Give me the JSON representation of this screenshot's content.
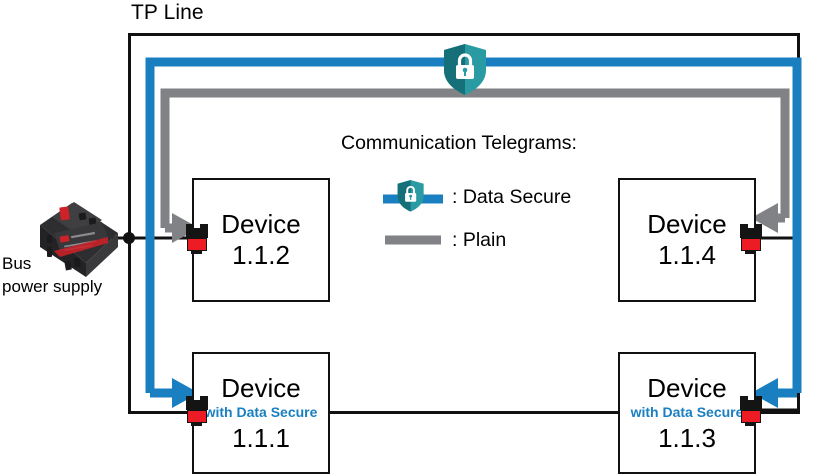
{
  "diagram": {
    "title": "TP Line",
    "bus_power_supply": {
      "line1": "Bus",
      "line2": "power supply",
      "icon": "din-rail-power-supply-icon"
    },
    "legend": {
      "title": "Communication Telegrams:",
      "items": [
        {
          "label": ": Data Secure",
          "icon": "shield-lock-icon",
          "color": "#1a7fc1"
        },
        {
          "label": ": Plain",
          "icon": "line-swatch-icon",
          "color": "#808285"
        }
      ]
    },
    "secure_badge": {
      "icon": "shield-lock-icon"
    },
    "devices": [
      {
        "name": "Device",
        "sub": "",
        "address": "1.1.2",
        "secure": "false"
      },
      {
        "name": "Device",
        "sub": "",
        "address": "1.1.4",
        "secure": "false"
      },
      {
        "name": "Device",
        "sub": "with Data Secure",
        "address": "1.1.1",
        "secure": "true"
      },
      {
        "name": "Device",
        "sub": "with Data Secure",
        "address": "1.1.3",
        "secure": "true"
      }
    ],
    "colors": {
      "secure_blue": "#1a7fc1",
      "plain_gray": "#808285",
      "bus_black": "#111111",
      "shield_teal_dark": "#15707a",
      "shield_teal_light": "#2a9aa3",
      "connector_red": "#ed1c24"
    }
  }
}
